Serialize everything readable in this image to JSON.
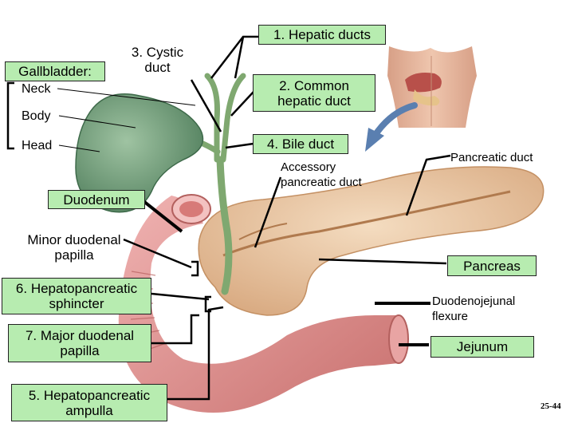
{
  "labels": {
    "gallbladder": "Gallbladder:",
    "neck": "Neck",
    "body": "Body",
    "head": "Head",
    "cystic_duct": "3. Cystic\nduct",
    "hepatic_ducts": "1. Hepatic ducts",
    "common_hepatic_duct": "2. Common\nhepatic duct",
    "bile_duct": "4. Bile duct",
    "accessory_pancreatic_duct": "Accessory\npancreatic duct",
    "pancreatic_duct": "Pancreatic duct",
    "duodenum": "Duodenum",
    "minor_duodenal_papilla": "Minor duodenal\npapilla",
    "hepatopancreatic_sphincter": "6. Hepatopancreatic\nsphincter",
    "major_duodenal_papilla": "7. Major duodenal\npapilla",
    "hepatopancreatic_ampulla": "5. Hepatopancreatic\nampulla",
    "pancreas": "Pancreas",
    "duodenojejunal_flexure": "Duodenojejunal\nflexure",
    "jejunum": "Jejunum",
    "figure_ref": "25-44"
  },
  "colors": {
    "label_box_fill": "#b7ecb0",
    "gallbladder": "#5f8f6a",
    "bile_ducts": "#7fa870",
    "pancreas": "#e9c9a6",
    "duodenum": "#d98a8c",
    "skin": "#e3b49a",
    "arrow": "#5a7fb0"
  }
}
